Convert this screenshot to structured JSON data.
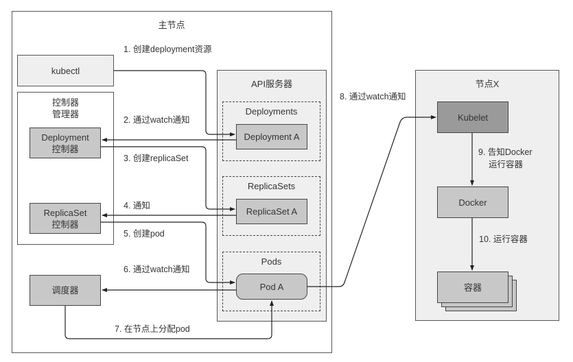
{
  "master_node": {
    "title": "主节点",
    "kubectl": "kubectl",
    "controller_manager": {
      "title_line1": "控制器",
      "title_line2": "管理器",
      "deployment_controller_line1": "Deployment",
      "deployment_controller_line2": "控制器",
      "replicaset_controller_line1": "ReplicaSet",
      "replicaset_controller_line2": "控制器"
    },
    "scheduler": "调度器",
    "api_server": {
      "title": "API服务器",
      "deployments": {
        "title": "Deployments",
        "item": "Deployment A"
      },
      "replicasets": {
        "title": "ReplicaSets",
        "item": "ReplicaSet A"
      },
      "pods": {
        "title": "Pods",
        "item": "Pod A"
      }
    }
  },
  "node_x": {
    "title": "节点X",
    "kubelet": "Kubelet",
    "docker": "Docker",
    "containers": "容器"
  },
  "steps": [
    "1. 创建deployment资源",
    "2. 通过watch通知",
    "3. 创建replicaSet",
    "4. 通知",
    "5. 创建pod",
    "6. 通过watch通知",
    "7. 在节点上分配pod",
    "8. 通过watch通知",
    "9. 告知Docker",
    "运行容器",
    "10. 运行容器"
  ]
}
